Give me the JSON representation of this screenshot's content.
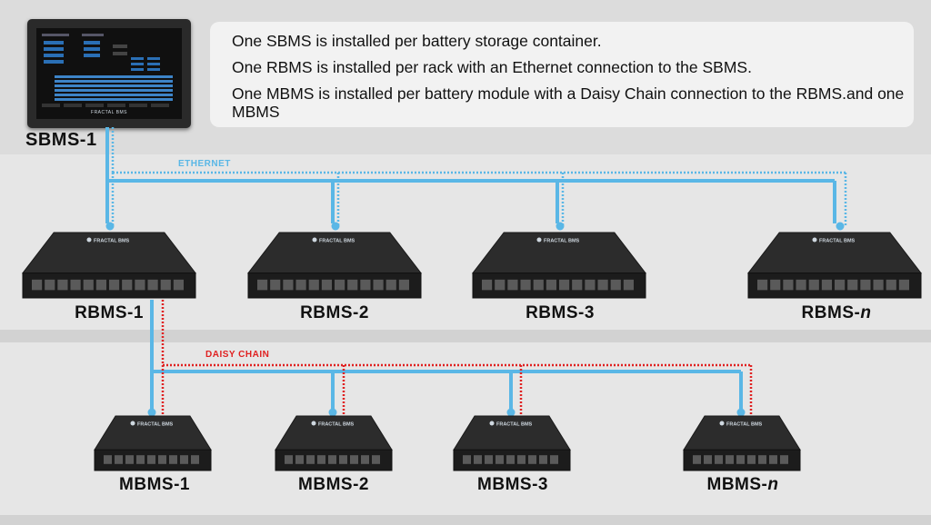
{
  "colors": {
    "ethernet": "#5ab7e6",
    "daisy_chain": "#e02020"
  },
  "notes": [
    "One SBMS is installed per battery storage container.",
    "One RBMS is installed per rack with an Ethernet connection to the SBMS.",
    "One MBMS is installed per battery module with a Daisy Chain connection to the RBMS.and one MBMS"
  ],
  "sbms": {
    "label": "SBMS-1",
    "brand": "FRACTAL BMS"
  },
  "networks": {
    "ethernet": "ETHERNET",
    "daisy_chain": "DAISY CHAIN"
  },
  "device_brand": "FRACTAL BMS",
  "rbms": [
    {
      "prefix": "RBMS-",
      "suffix": "1"
    },
    {
      "prefix": "RBMS-",
      "suffix": "2"
    },
    {
      "prefix": "RBMS-",
      "suffix": "3"
    },
    {
      "prefix": "RBMS-",
      "suffix": "n"
    }
  ],
  "mbms": [
    {
      "prefix": "MBMS-",
      "suffix": "1"
    },
    {
      "prefix": "MBMS-",
      "suffix": "2"
    },
    {
      "prefix": "MBMS-",
      "suffix": "3"
    },
    {
      "prefix": "MBMS-",
      "suffix": "n"
    }
  ]
}
